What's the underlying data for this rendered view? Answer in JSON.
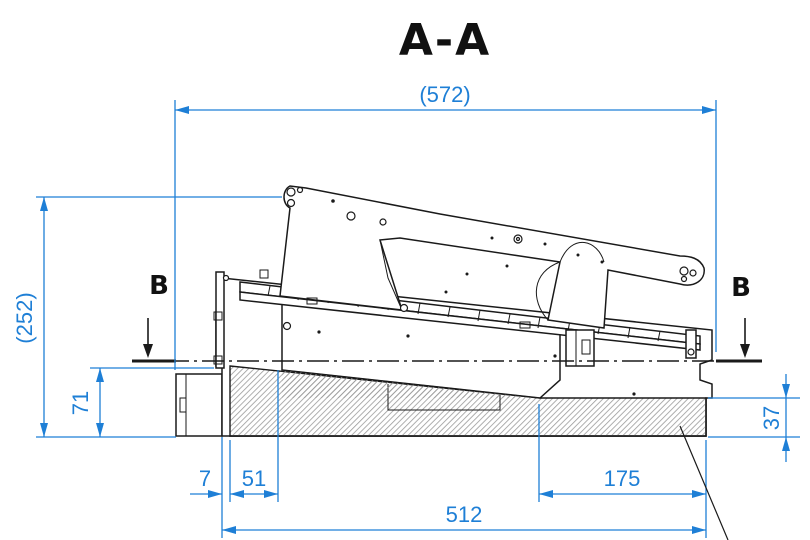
{
  "drawing": {
    "section_title": "A-A",
    "section_marker_left": "B",
    "section_marker_right": "B"
  },
  "dimensions": {
    "overall_width": "(572)",
    "overall_height": "(252)",
    "base_height": "71",
    "tray_height": "37",
    "offset_left_small": "7",
    "offset_left": "51",
    "right_depth": "175",
    "base_length": "512"
  },
  "colors": {
    "dimension": "#1e7fd6",
    "outline": "#1a1a1a"
  }
}
